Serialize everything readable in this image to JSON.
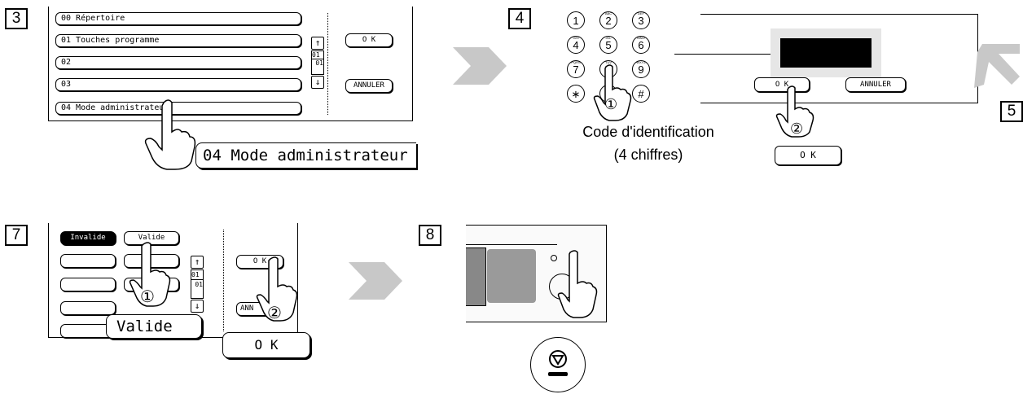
{
  "steps": {
    "s3": "3",
    "s4": "4",
    "s5": "5",
    "s7": "7",
    "s8": "8"
  },
  "step3": {
    "menu": [
      "00  Répertoire",
      "01  Touches programme",
      "02",
      "03",
      "04  Mode administrateur"
    ],
    "page_top": "01",
    "page_bottom": "01",
    "ok_label": "O K",
    "cancel_label": "ANNULER",
    "zoom_label": "04  Mode administrateur"
  },
  "step4": {
    "keys": [
      {
        "num": "1",
        "sub": ""
      },
      {
        "num": "2",
        "sub": "ABC"
      },
      {
        "num": "3",
        "sub": "DEF"
      },
      {
        "num": "4",
        "sub": "GHI"
      },
      {
        "num": "5",
        "sub": "JKL"
      },
      {
        "num": "6",
        "sub": "MNO"
      },
      {
        "num": "7",
        "sub": "PQRS"
      },
      {
        "num": "8",
        "sub": "TUV"
      },
      {
        "num": "9",
        "sub": "WXYZ"
      },
      {
        "num": "∗",
        "sub": ""
      },
      {
        "num": "0",
        "sub": ""
      },
      {
        "num": "#",
        "sub": ""
      }
    ],
    "ok_label": "O K",
    "cancel_label": "ANNULER",
    "zoom_ok": "O K",
    "caption_line1": "Code d'identification",
    "caption_line2": "(4 chiffres)",
    "mark1": "①",
    "mark2": "②"
  },
  "step7": {
    "invalid_label": "Invalide",
    "valid_label": "Valide",
    "page_top": "01",
    "page_bottom": "01",
    "ok_label": "O K",
    "cancel_label": "ANN",
    "zoom_valid": "Valide",
    "zoom_ok": "O K",
    "mark1": "①",
    "mark2": "②"
  },
  "step8": {
    "panel_labels": [
      "",
      "",
      "",
      ""
    ],
    "stop_icon": "stop-icon"
  }
}
